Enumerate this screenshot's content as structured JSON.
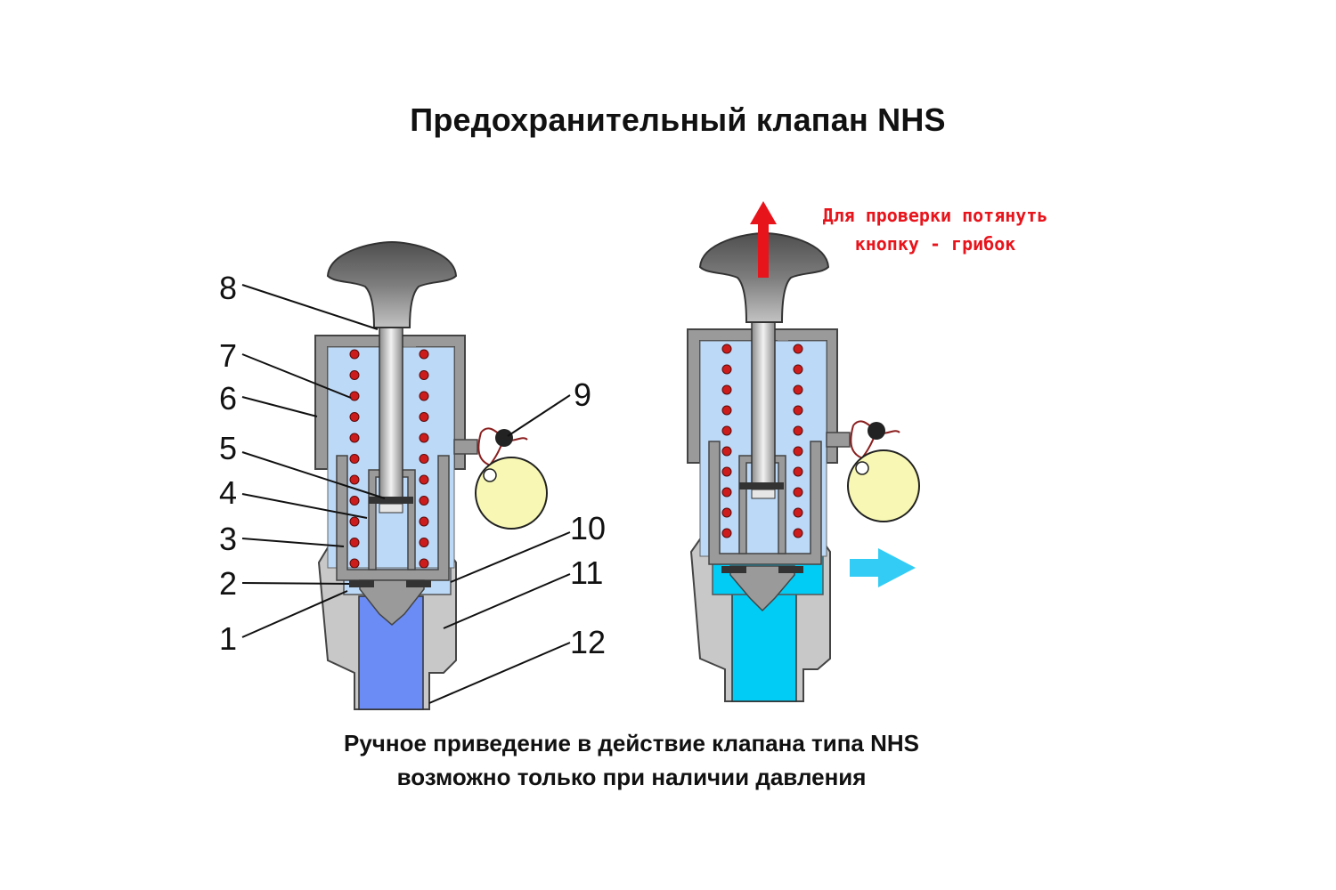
{
  "title": "Предохранительный клапан NHS",
  "note": {
    "line1": "Для проверки потянуть",
    "line2": "кнопку - грибок"
  },
  "caption": {
    "line1": "Ручное приведение в действие клапана типа NHS",
    "line2": "возможно только при наличии давления"
  },
  "labels": [
    "8",
    "7",
    "6",
    "5",
    "4",
    "3",
    "2",
    "1",
    "9",
    "10",
    "11",
    "12"
  ],
  "colors": {
    "housing": "#c8c8c8",
    "chamber": "#bcd9f7",
    "inlet_closed": "#6b8cf5",
    "outlet_open": "#00ccf5",
    "spring_coil": "#cc1c1c",
    "knob": "#6e6e6e",
    "tag": "#f8f8b4",
    "pull_arrow": "#e8141c",
    "flow_arrow": "#33ccf5"
  }
}
